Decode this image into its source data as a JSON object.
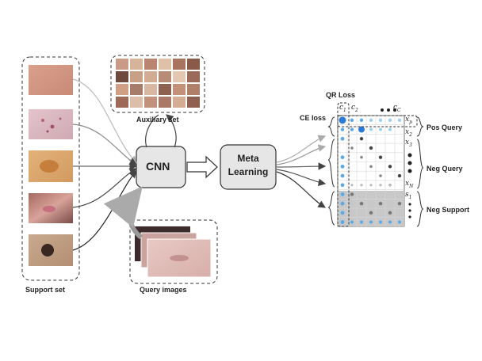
{
  "support_set": {
    "label": "Support set",
    "images": [
      "skin-lesion-1",
      "skin-lesion-2",
      "skin-lesion-3",
      "skin-lesion-4",
      "skin-lesion-5"
    ]
  },
  "auxiliary_set": {
    "label": "Auxiliary set"
  },
  "query_images": {
    "label": "Query images"
  },
  "cnn": {
    "label": "CNN"
  },
  "meta_learning": {
    "line1": "Meta",
    "line2": "Learning"
  },
  "matrix": {
    "qr_loss": "QR Loss",
    "ce_loss": "CE loss",
    "col_c1": "c",
    "col_c1_sub": "1",
    "col_c2": "c",
    "col_c2_sub": "2",
    "col_cc": "c",
    "col_cc_sub": "C",
    "row_xp": "x",
    "row_xp_sub": "p",
    "row_x2": "x",
    "row_x2_sub": "2",
    "row_x3": "x",
    "row_x3_sub": "3",
    "row_xn": "x",
    "row_xn_sub": "N",
    "row_s1": "s",
    "row_s1_sub": "1"
  },
  "groups": {
    "pos_query": "Pos Query",
    "neg_query": "Neg Query",
    "neg_support": "Neg Support"
  },
  "colors": {
    "accent_blue": "#2b7bd6",
    "light_blue": "#5aa9e8",
    "dark_dot": "#444444",
    "node_fill": "#e6e6e6",
    "support_shade": "#c8c8c8"
  }
}
